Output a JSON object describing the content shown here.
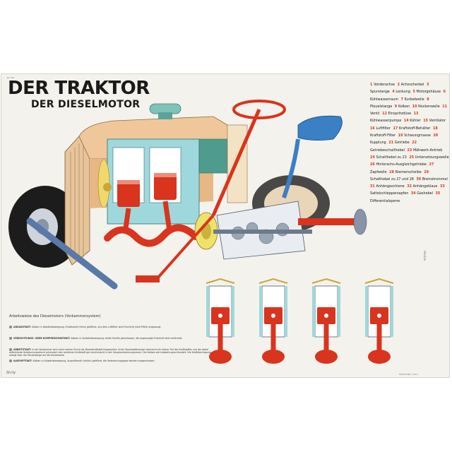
{
  "poster": {
    "title": "DER TRAKTOR",
    "subtitle": "DER DIESELMOTOR"
  },
  "legend": [
    {
      "num": "1",
      "label": "Vorderachse"
    },
    {
      "num": "2",
      "label": "Achsschenkel"
    },
    {
      "num": "3",
      "label": "Spurstange"
    },
    {
      "num": "4",
      "label": "Lenkung"
    },
    {
      "num": "5",
      "label": "Motorgehäuse"
    },
    {
      "num": "6",
      "label": "Kühlwasserraum"
    },
    {
      "num": "7",
      "label": "Kurbelwelle"
    },
    {
      "num": "8",
      "label": "Pleuelstange"
    },
    {
      "num": "9",
      "label": "Kolben"
    },
    {
      "num": "10",
      "label": "Nockenwelle"
    },
    {
      "num": "11",
      "label": "Ventil"
    },
    {
      "num": "12",
      "label": "Einspritzdüse"
    },
    {
      "num": "13",
      "label": "Kühlwasserpumpe"
    },
    {
      "num": "14",
      "label": "Kühler"
    },
    {
      "num": "15",
      "label": "Ventilator"
    },
    {
      "num": "16",
      "label": "Luftfilter"
    },
    {
      "num": "17",
      "label": "Kraftstoff-Behälter"
    },
    {
      "num": "18",
      "label": "Kraftstoff-Filter"
    },
    {
      "num": "19",
      "label": "Schwungmasse"
    },
    {
      "num": "20",
      "label": "Kupplung"
    },
    {
      "num": "21",
      "label": "Getriebe"
    },
    {
      "num": "22",
      "label": "Getriebeschalthebel"
    },
    {
      "num": "23",
      "label": "Mähwerk-Antrieb"
    },
    {
      "num": "24",
      "label": "Schalthebel zu 23"
    },
    {
      "num": "25",
      "label": "Untersetzungswelle"
    },
    {
      "num": "26",
      "label": "Hinterachs-Ausgleichgetriebe"
    },
    {
      "num": "27",
      "label": "Zapfwelle"
    },
    {
      "num": "28",
      "label": "Riemenscheibe"
    },
    {
      "num": "29",
      "label": "Schalthebel zu 27 und 28"
    },
    {
      "num": "30",
      "label": "Bremstrommel"
    },
    {
      "num": "31",
      "label": "Anhängeschiene"
    },
    {
      "num": "32",
      "label": "Anhängeklaue"
    },
    {
      "num": "33",
      "label": "Sattelschlepperzapfen"
    },
    {
      "num": "34",
      "label": "Gashebel"
    },
    {
      "num": "35",
      "label": "Differentialsperre"
    }
  ],
  "scheme": {
    "title": "Arbeitsweise des Dieselmotors (Vorkammersystem)",
    "strokes": [
      {
        "name": "ANSAUGTAKT:",
        "text": "Kolben in Abwärtsbewegung, Einlaßventil (links) geöffnet, aus dem Luftfilter wird Frischluft (rote Pfeile) angesaugt."
      },
      {
        "name": "VERDICHTUNGS- ODER KOMPRESSIONSTAKT:",
        "text": "Kolben in Aufwärtsbewegung, beide Ventile geschlossen, die angesaugte Frischluft wird verdichtet."
      },
      {
        "name": "ARBEITSTAKT:",
        "text": "In die Vorkammer wird unter hohem Druck der Dieselkraftstoff eingespritzt. Unter Sauerstoffmangel verbrennt ein kleiner Teil des Kraftstoffes und der dabei auftretende Verbrennungsdruck schleudert den restlichen Kraftstoff gut durchmischt in den Hauptverbrennungsraum. Der Kolben wird abwärts geschleudert. Die Kraftübertragung erfolgt über die Pleuelstange auf die Kurbelwelle."
      },
      {
        "name": "AUSPUFFTAKT:",
        "text": "Kolben in Aufwärtsbewegung, Auspuffventil (rechts) geöffnet, die Verbrennungsgase werden ausgeschoben."
      }
    ]
  },
  "colors": {
    "accent_red": "#d8341e",
    "hood_tan": "#f0c79a",
    "teal": "#4fa39a",
    "cyan": "#8fd3d8",
    "seat_blue": "#3b7fc4",
    "yellow": "#f1d86a"
  }
}
